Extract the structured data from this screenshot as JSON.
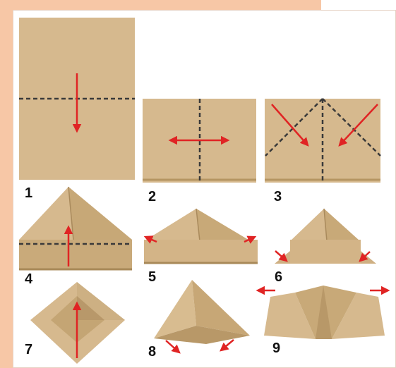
{
  "steps": [
    {
      "number": "1"
    },
    {
      "number": "2"
    },
    {
      "number": "3"
    },
    {
      "number": "4"
    },
    {
      "number": "5"
    },
    {
      "number": "6"
    },
    {
      "number": "7"
    },
    {
      "number": "8"
    },
    {
      "number": "9"
    }
  ],
  "colors": {
    "paper": "#d6b98e",
    "paper_shadow": "#c1a171",
    "paper_light": "#e1c9a2",
    "fold_line": "#3a3a3a",
    "arrow": "#e02424",
    "accent": "#f7c7a6"
  }
}
